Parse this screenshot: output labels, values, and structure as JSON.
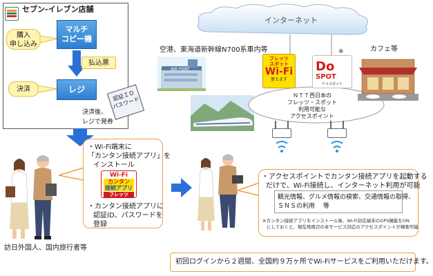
{
  "store": {
    "name": "セブン-イレブン店舗",
    "purchase": [
      "購入",
      "申し込み"
    ],
    "copier": [
      "マルチ",
      "コピー機"
    ],
    "slip": "払込票",
    "payment": "決済",
    "register": "レジ",
    "auth_card": [
      "認証ＩＤ",
      "パスワード"
    ],
    "after_payment": [
      "決済後、",
      "レジで発券"
    ]
  },
  "left_instructions": {
    "step1": [
      "・Wi-Fi端末に",
      "「カンタン接続アプリ」を",
      "インストール"
    ],
    "app_icon": {
      "top": "Wi-Fi",
      "middle": "カンタン",
      "bottom": "接続アプリ",
      "brand": "フレッツ"
    },
    "step2": [
      "・カンタン接続アプリに",
      "認証ID、パスワードを",
      "登録"
    ]
  },
  "travelers_label": "訪日外国人、国内旅行者等",
  "network": {
    "internet": "インターネット",
    "locations": "空港、東海道新幹線N700系車内等",
    "cafe": "カフェ等",
    "airport_sign": "AIR PORT",
    "hub_text": [
      "ＮＴＴ西日本の",
      "フレッツ・スポット",
      "利用可能な",
      "アクセスポイント"
    ],
    "asterisk": "※",
    "flets_logo": {
      "top": "フレッツ",
      "mid": "スポット",
      "main": "Wi-Fi",
      "sub": "使えます"
    },
    "dospot_logo": {
      "main1": "Do",
      "main2": "SPOT",
      "sub": "ドゥスポット"
    }
  },
  "right_instructions": {
    "line1": "・アクセスポイントでカンタン接続アプリを起動する",
    "line2": "だけで、Wi-Fi接続し、インターネット利用が可能",
    "info1": "観光情報、グルメ情報の検索、交通情報の取得、",
    "info2": "ＳＮＳの利用　 等",
    "note1": "※カンタン接続アプリをインストール後、Wi-Fi対応端末のGPS機能をON",
    "note2": "にしておくと、現在地周辺の本サービス対応のアクセスポイントが検索可能"
  },
  "bottom_note": "初回ログインから２週間、全国約９万ヶ所でWi-Fiサービスをご利用いただけます。",
  "colors": {
    "blue_box": "#2f7fd0",
    "arrow_blue": "#2b6fd8",
    "bubble_yellow": "#fff5b0",
    "orange_border": "#f0a040",
    "seven_green": "#2e8b57",
    "seven_orange": "#f28c28",
    "seven_red": "#d32f2f"
  }
}
